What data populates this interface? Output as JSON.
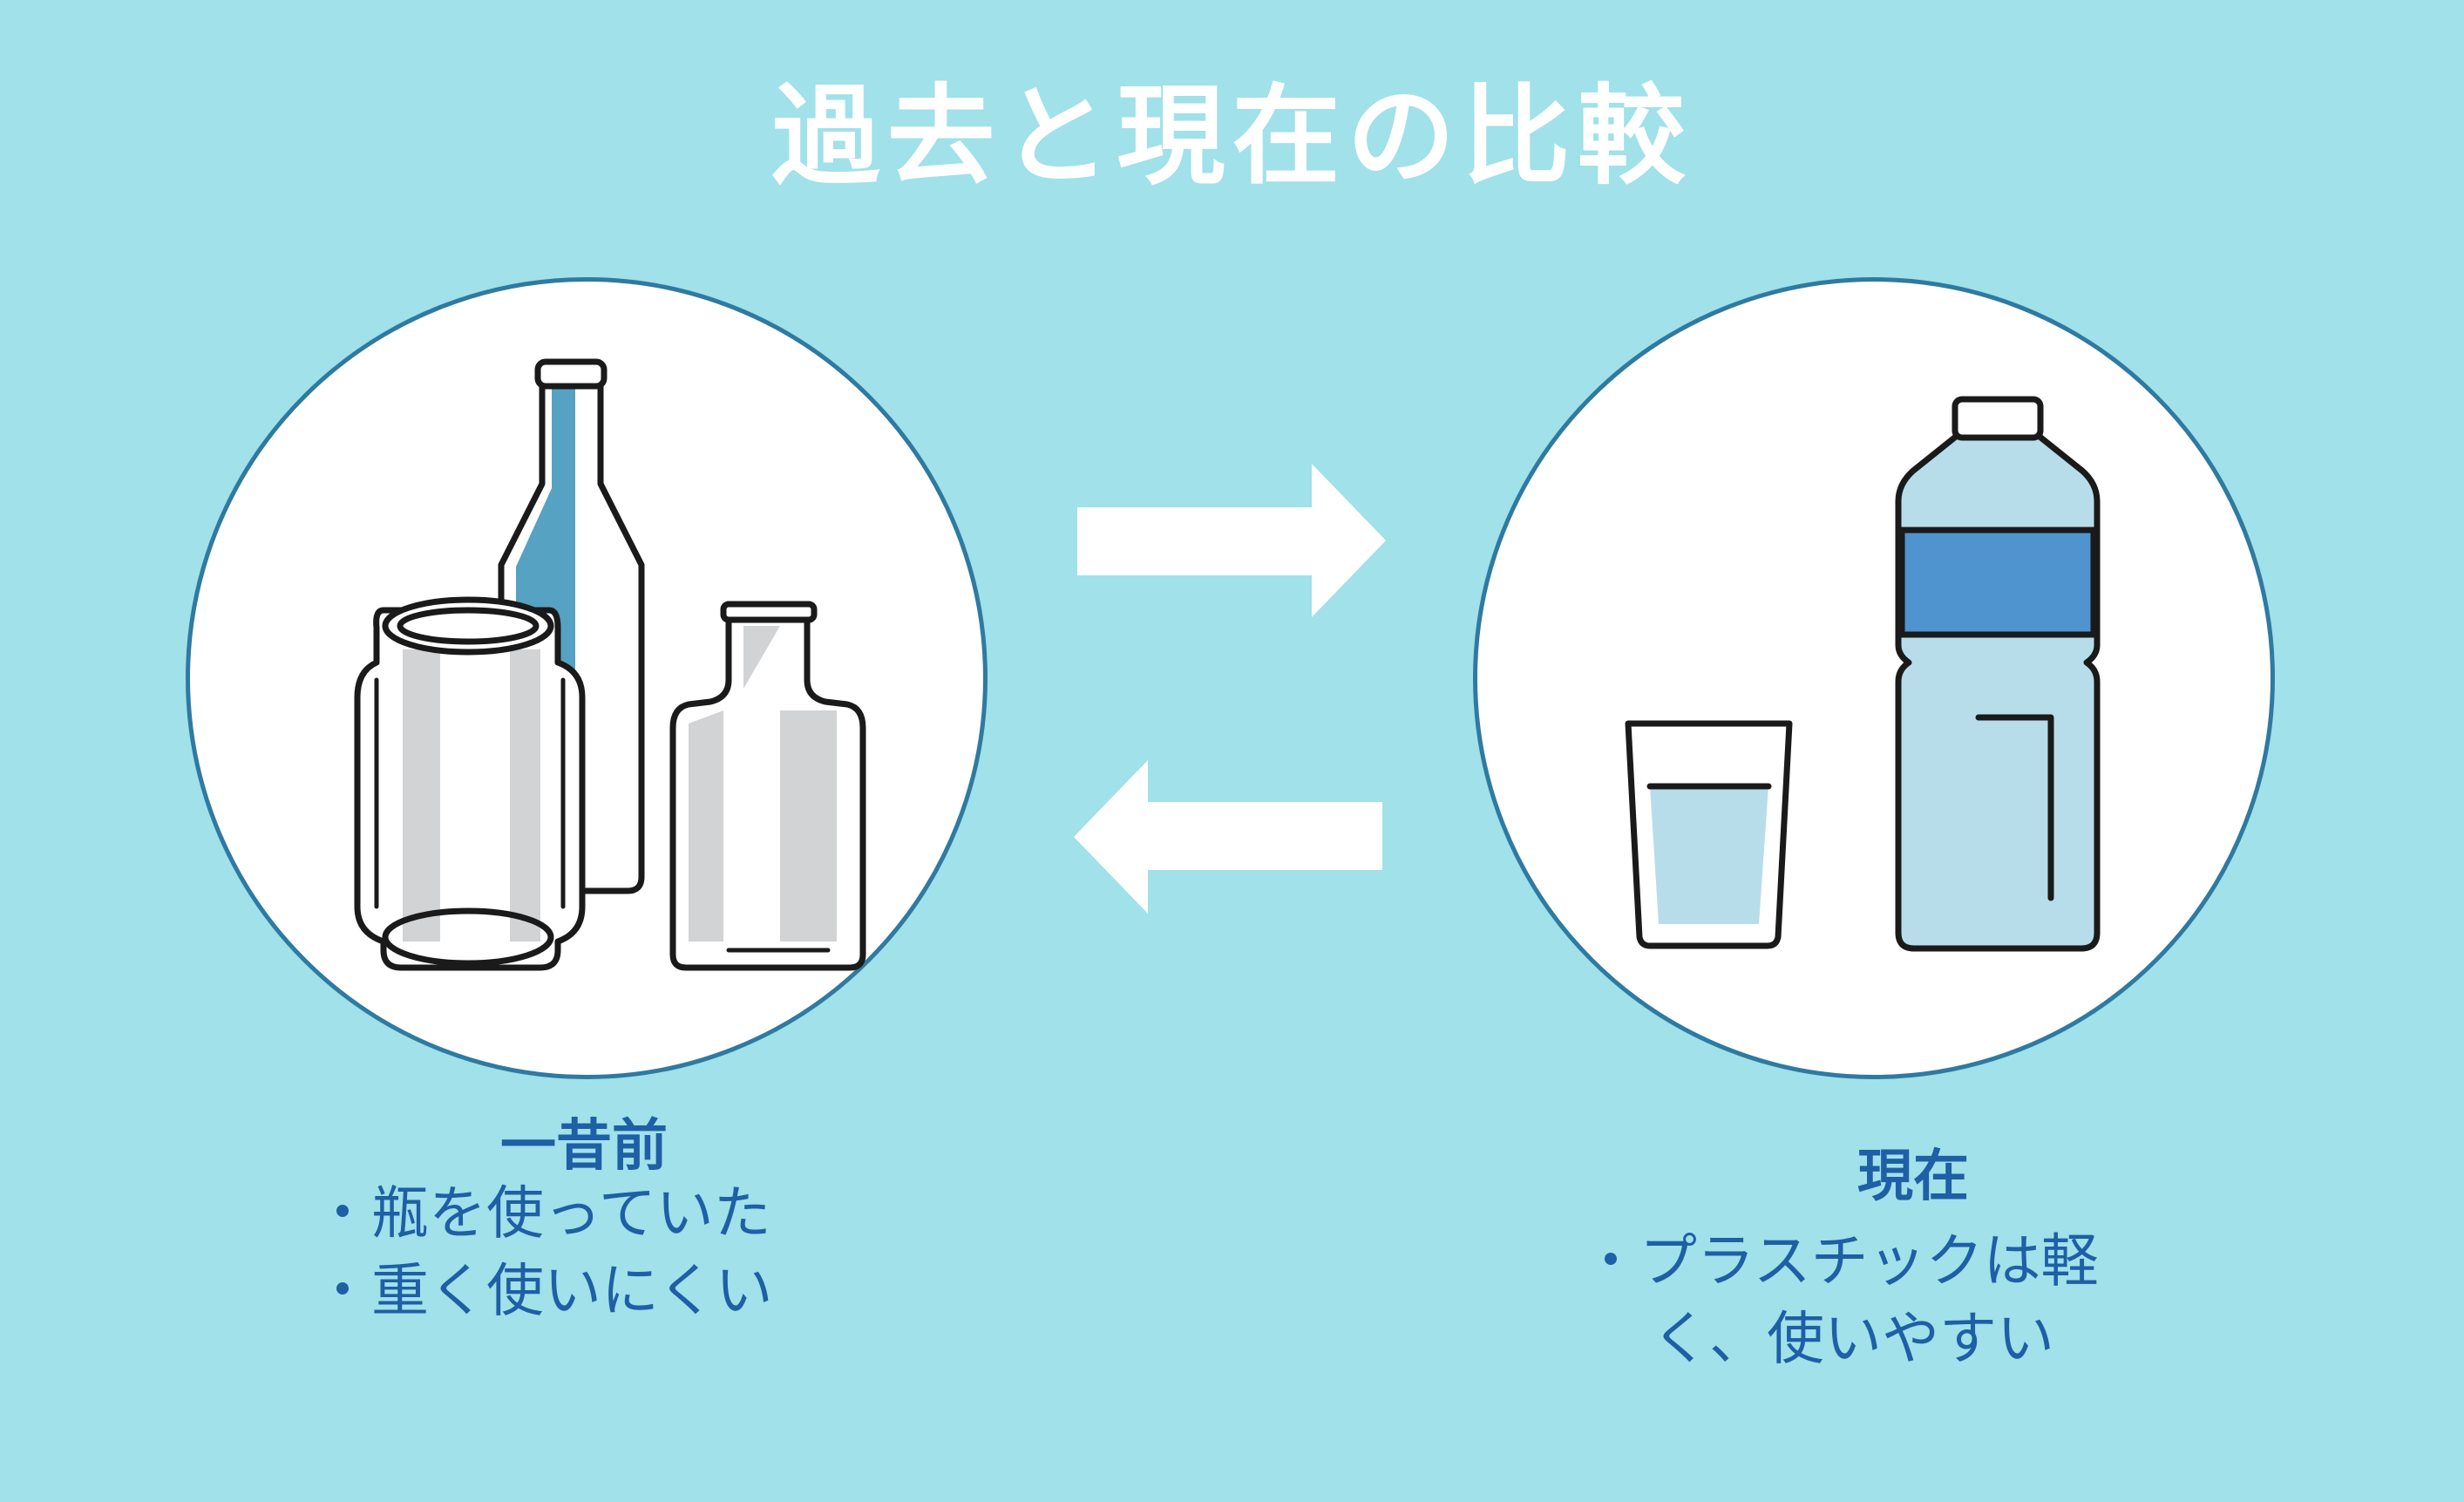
{
  "title": "過去と現在の比較",
  "past": {
    "heading": "一昔前",
    "items": [
      "・瓶を使っていた",
      "・重く使いにくい"
    ]
  },
  "now": {
    "heading": "現在",
    "items": [
      "・プラスチックは軽",
      "く、使いやすい"
    ]
  },
  "icons": {
    "past": [
      "glass-jar-icon",
      "tall-glass-bottle-icon",
      "small-glass-bottle-icon"
    ],
    "now": [
      "water-glass-icon",
      "plastic-bottle-icon"
    ],
    "arrows": [
      "arrow-right-icon",
      "arrow-left-icon"
    ]
  },
  "colors": {
    "background": "#a0e1ea",
    "circle_border": "#2f7aa1",
    "caption_text": "#1f5fa6",
    "title_text": "#ffffff",
    "bottle_fill": "#56a2c3",
    "plastic_fill": "#b7ddeb",
    "label_band": "#4f93cf",
    "glass_shade": "#d2d3d5"
  }
}
